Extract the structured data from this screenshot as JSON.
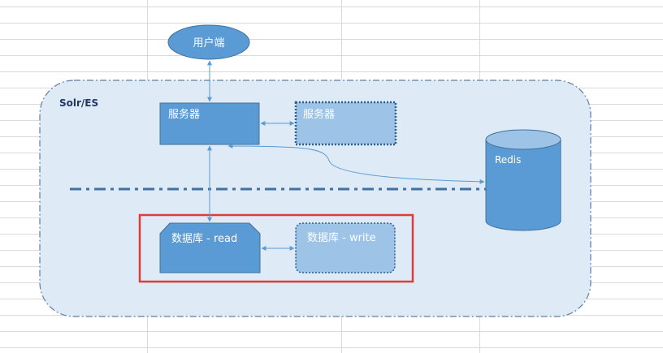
{
  "diagram": {
    "container_label": "Solr/ES",
    "nodes": {
      "client": "用户端",
      "server_main": "服务器",
      "server_replica": "服务器",
      "db_read": "数据库 - read",
      "db_write": "数据库 - write",
      "cache": "Redis"
    }
  },
  "colors": {
    "grid_line": "#d9d9d9",
    "container_fill": "#deeaf6",
    "container_border": "#5b7fa6",
    "node_fill": "#5b9bd5",
    "node_border": "#41719c",
    "node_light_fill": "#9dc3e6",
    "arrow": "#5b9bd5",
    "divider": "#41719c",
    "highlight": "#e03a3a",
    "text_dark": "#1f3864",
    "text_light": "#ffffff"
  }
}
